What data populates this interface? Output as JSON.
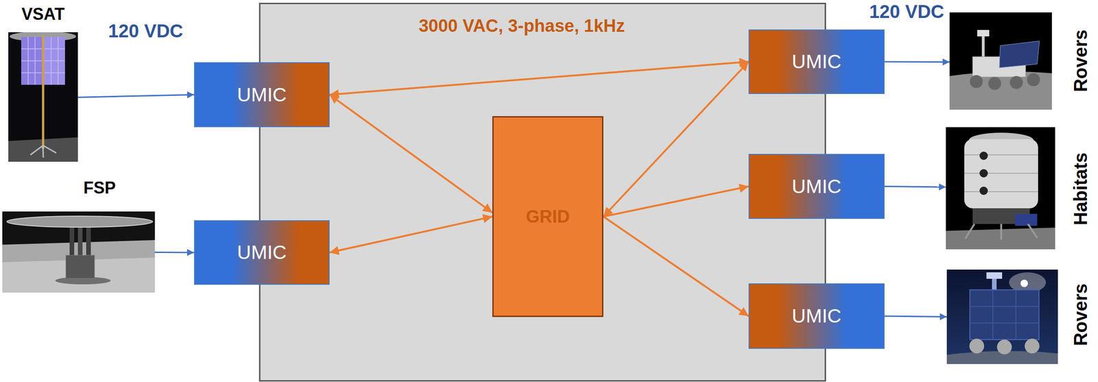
{
  "diagram": {
    "nodes": [
      {
        "text": [
          "3000 VAC, 3-phase, 1kHz"
        ]
      },
      {
        "text": [
          "VSAT"
        ]
      },
      {
        "text": [
          "FSP"
        ]
      },
      {
        "text": [
          "UMIC"
        ]
      },
      {
        "text": [
          "UMIC"
        ]
      },
      {
        "text": [
          "GRID"
        ],
        "in": 0
      },
      {
        "text": [
          "UMIC"
        ]
      },
      {
        "text": [
          "UMIC"
        ]
      },
      {
        "text": [
          "UMIC"
        ]
      },
      {
        "text": [
          "Rovers"
        ]
      },
      {
        "text": [
          "Habitats"
        ]
      },
      {
        "text": [
          "Rovers"
        ]
      }
    ],
    "edges": [
      {
        "from": 1,
        "to": 3,
        "arrow": "to"
      },
      {
        "from": 2,
        "to": 4,
        "arrow": "to"
      },
      {
        "from": 3,
        "to": 6,
        "arrow": "both"
      },
      {
        "from": 3,
        "to": 5,
        "arrow": "both"
      },
      {
        "from": 4,
        "to": 5,
        "arrow": "both"
      },
      {
        "from": 5,
        "to": 6,
        "arrow": "both"
      },
      {
        "from": 5,
        "to": 7,
        "arrow": "to"
      },
      {
        "from": 5,
        "to": 8,
        "arrow": "to"
      },
      {
        "from": 6,
        "to": 9,
        "arrow": "to"
      },
      {
        "from": 7,
        "to": 10,
        "arrow": "to"
      },
      {
        "from": 8,
        "to": 11,
        "arrow": "to"
      }
    ],
    "labels": [
      "120 VDC",
      "120 VDC"
    ]
  }
}
